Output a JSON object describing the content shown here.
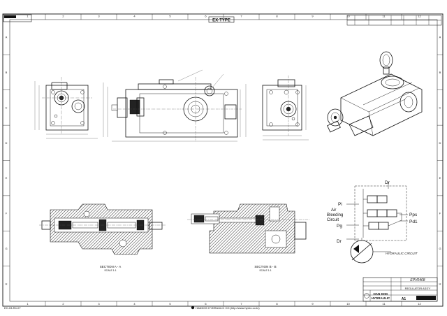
{
  "drawing": {
    "type_label": "EX-TYPE",
    "footer_left": "EH-03-R4-07",
    "footer_company": "HANDOK HYDRAULIC CO.(http://www.hydro.co.kr)",
    "section_a_label": "SECTION A - A",
    "section_a_scale": "SCALE 1:1",
    "section_b_label": "SECTION B - B",
    "section_b_scale": "SCALE 1:1"
  },
  "border": {
    "columns": [
      "1",
      "2",
      "3",
      "4",
      "5",
      "6",
      "7",
      "8",
      "9",
      "10",
      "11",
      "12"
    ],
    "rows": [
      "A",
      "B",
      "C",
      "D",
      "E",
      "F",
      "G",
      "H"
    ]
  },
  "hydraulic": {
    "title": "HYDRAULIC CIRCUIT",
    "dr_top": "Dr",
    "pi": "Pi",
    "air": "Air",
    "bleeding": "Bleeding",
    "circuit": "Circuit",
    "pps": "Pps",
    "pd1": "Pd1",
    "pg": "Pg",
    "dr_bottom": "Dr"
  },
  "title_block": {
    "drawing_no": "EPV0408",
    "company_line1": "HAN DOK",
    "company_line2": "HYDRAULIC",
    "name": "REGULATOR ASS'Y",
    "size": "A1"
  },
  "colors": {
    "line": "#111111",
    "paper": "#ffffff"
  }
}
